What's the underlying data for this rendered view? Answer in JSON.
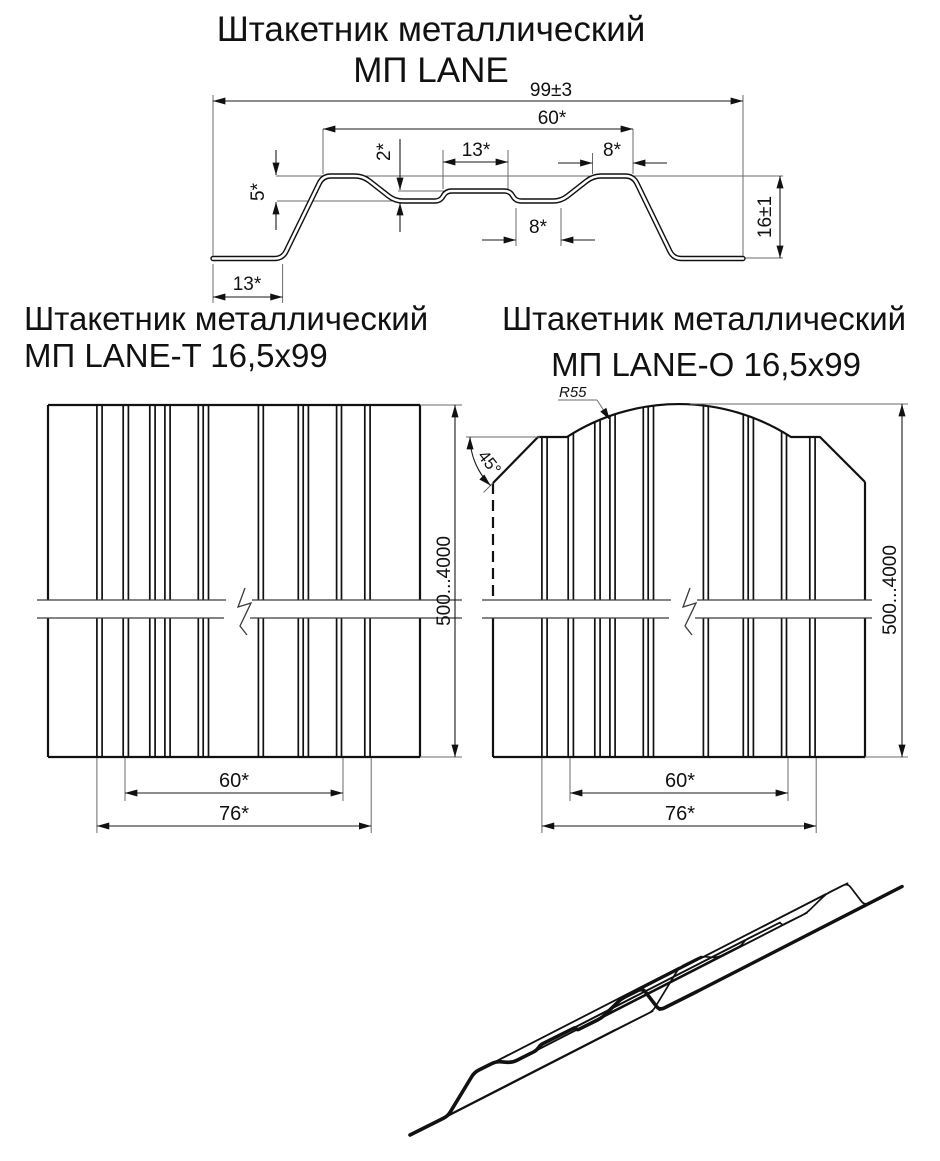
{
  "header": {
    "title_line1": "Штакетник металлический",
    "title_line2": "МП LANE"
  },
  "cross_section": {
    "overall_width": "99±3",
    "top_span": "60*",
    "rib_width": "13*",
    "shoulder_width": "8*",
    "rib_step": "2*",
    "groove_depth": "5*",
    "groove_width": "8*",
    "profile_height": "16±1",
    "bottom_flat_width": "13*"
  },
  "lane_t": {
    "title_line1": "Штакетник металлический",
    "title_line2": "МП LANE-T 16,5x99",
    "length_range": "500...4000",
    "working_width": "60*",
    "overall_width": "76*"
  },
  "lane_o": {
    "title_line1": "Штакетник металлический",
    "title_line2": "МП LANE-O 16,5x99",
    "length_range": "500...4000",
    "working_width": "60*",
    "overall_width": "76*",
    "crown_radius": "R55",
    "chamfer_angle": "45°"
  }
}
